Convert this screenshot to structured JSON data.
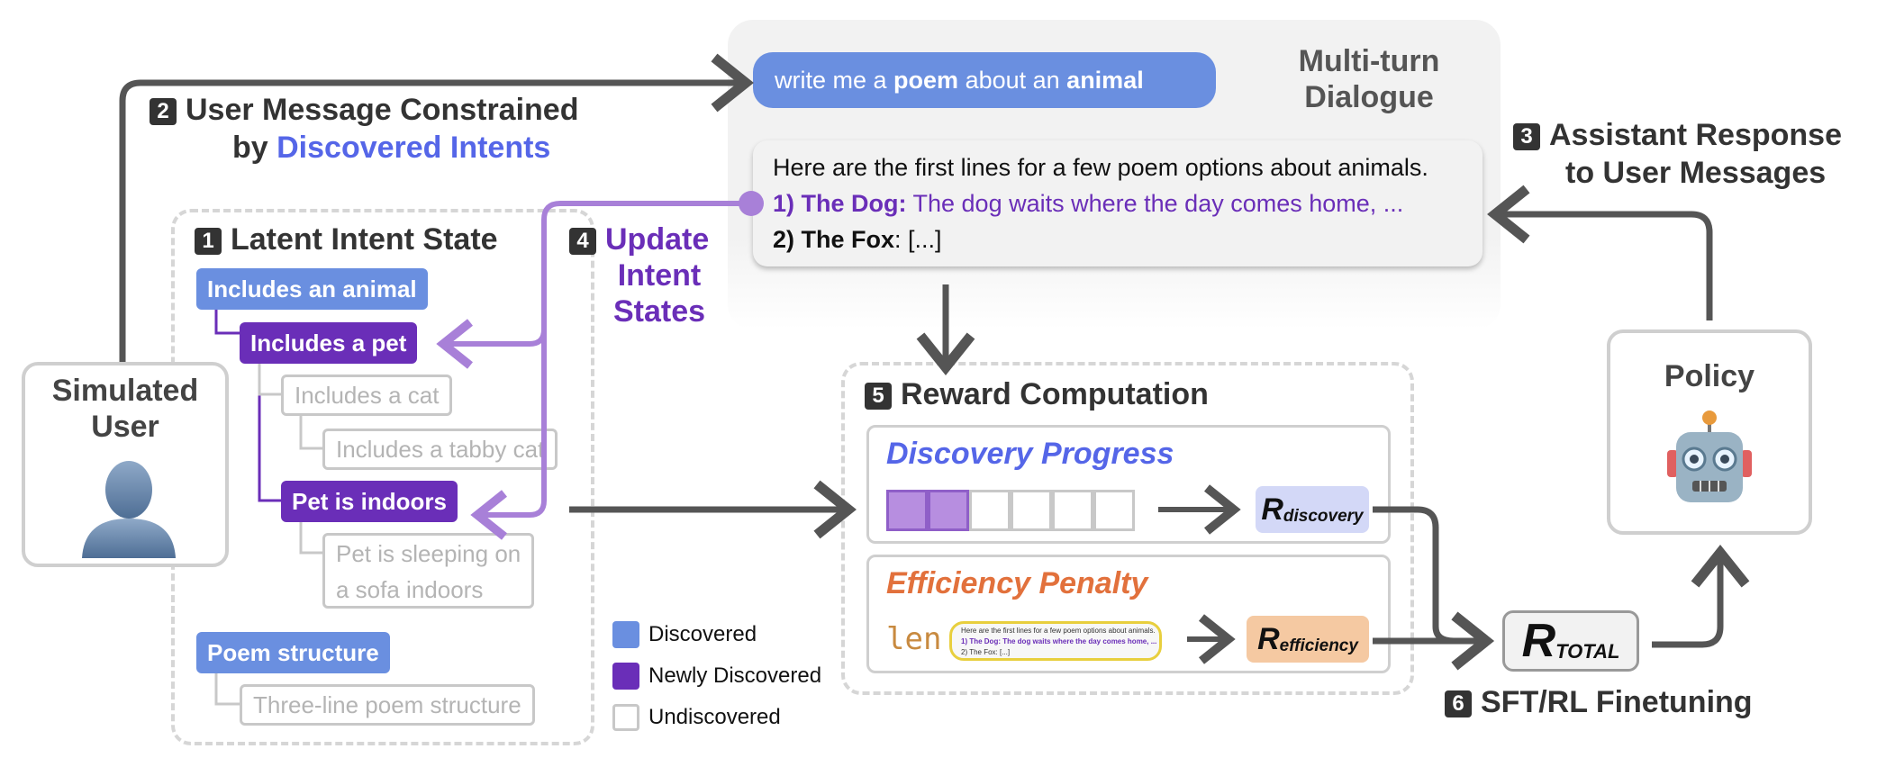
{
  "colors": {
    "discovered": "#6a8fe0",
    "newly_discovered": "#6a2eb8",
    "undiscovered": "#ffffff",
    "arrow": "#555555",
    "update_arrow": "#a880d8",
    "discovery_label_bg": "#d3d8f7",
    "efficiency_label_bg": "#f5c9a2"
  },
  "dialogue": {
    "title_line1": "Multi-turn",
    "title_line2": "Dialogue",
    "user_msg": {
      "p1": "write me a ",
      "b1": "poem",
      "p2": " about an ",
      "b2": "animal"
    },
    "assistant": {
      "line1": "Here are the first lines for a few poem options about animals.",
      "opt1_label": "1) The Dog:",
      "opt1_text": " The dog waits where the day comes home, ...",
      "opt2_label": "2) The Fox",
      "opt2_text": ": [...]"
    }
  },
  "steps": {
    "s1": {
      "num": "1",
      "title": "Latent Intent State"
    },
    "s2": {
      "num": "2",
      "line1": "User Message Constrained",
      "line2a": "by ",
      "line2b": "Discovered Intents"
    },
    "s3": {
      "num": "3",
      "line1": "Assistant Response",
      "line2": "to User Messages"
    },
    "s4": {
      "num": "4",
      "line1": "Update",
      "line2": "Intent",
      "line3": "States"
    },
    "s5": {
      "num": "5",
      "title": "Reward Computation"
    },
    "s6": {
      "num": "6",
      "title": "SFT/RL Finetuning"
    }
  },
  "simulated_user": {
    "line1": "Simulated",
    "line2": "User",
    "icon": "bust-in-silhouette-icon"
  },
  "intent_tree": {
    "animal": "Includes an animal",
    "pet": "Includes a pet",
    "cat": "Includes a cat",
    "tabby": "Includes a tabby cat",
    "indoors": "Pet is indoors",
    "sleeping_line1": "Pet is sleeping on",
    "sleeping_line2": "a sofa indoors",
    "structure": "Poem structure",
    "three_line": "Three-line poem structure"
  },
  "legend": {
    "discovered": "Discovered",
    "newly": "Newly Discovered",
    "undiscovered": "Undiscovered"
  },
  "reward": {
    "discovery_title": "Discovery Progress",
    "discovery_progress": {
      "filled": 2,
      "total": 6
    },
    "efficiency_title": "Efficiency Penalty",
    "len_label": "len",
    "mini_line1": "Here are the first lines for a few poem options about animals.",
    "mini_line2": "1) The Dog: The dog waits where the day comes home, ...",
    "mini_line3": "2) The Fox: [...]",
    "r_main": "R",
    "r_discovery_sub": "discovery",
    "r_efficiency_sub": "efficiency",
    "r_total_sub": "TOTAL"
  },
  "policy": {
    "title": "Policy",
    "icon": "robot-icon"
  }
}
